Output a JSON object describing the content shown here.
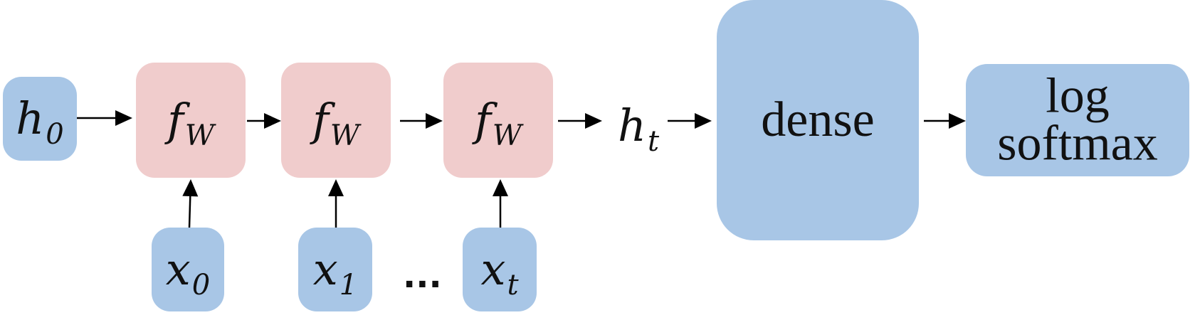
{
  "colors": {
    "input_box": "#a8c6e6",
    "cell_box": "#f0cccc",
    "arrow": "#000000",
    "text": "#111111"
  },
  "initial_state": {
    "symbol": "h",
    "subscript": "0"
  },
  "cells": [
    {
      "symbol": "f",
      "subscript": "W"
    },
    {
      "symbol": "f",
      "subscript": "W"
    },
    {
      "symbol": "f",
      "subscript": "W"
    }
  ],
  "inputs": [
    {
      "symbol": "x",
      "subscript": "0"
    },
    {
      "symbol": "x",
      "subscript": "1"
    },
    {
      "symbol": "x",
      "subscript": "t"
    }
  ],
  "input_ellipsis": "...",
  "final_state": {
    "symbol": "h",
    "subscript": "t"
  },
  "dense_layer": {
    "label": "dense"
  },
  "output_layer": {
    "line1": "log",
    "line2": "softmax"
  }
}
